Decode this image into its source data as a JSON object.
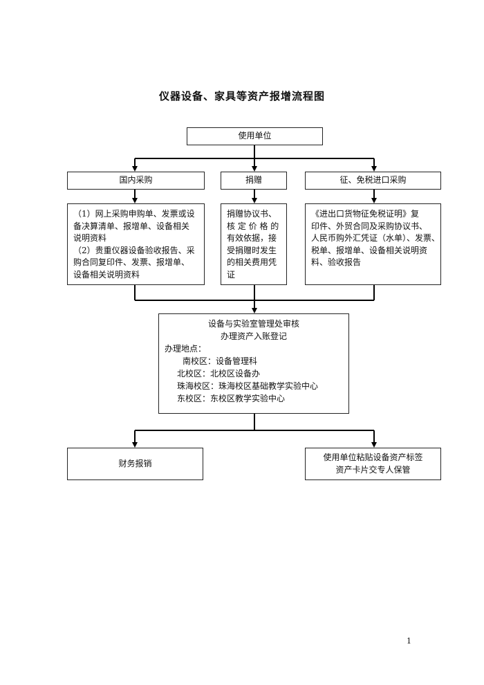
{
  "title": "仪器设备、家具等资产报增流程图",
  "nodes": {
    "unit": "使用单位",
    "domestic": "国内采购",
    "donation": "捐赠",
    "import": "征、免税进口采购",
    "domestic_docs": [
      "（1）网上采购申购单、发票或设",
      "备决算清单、报增单、设备相关",
      "说明资料",
      "（2）贵重仪器设备验收报告、采",
      "购合同复印件、发票、报增单、",
      "设备相关说明资料"
    ],
    "donation_docs": [
      "捐赠协议书、",
      "核 定 价 格 的",
      "有效依据，接",
      "受捐赠时发生",
      "的相关费用凭",
      "证"
    ],
    "import_docs": [
      "《进出口货物征免税证明》复",
      "印件、外贸合同及采购协议书、",
      "人民币购外汇凭证（水单）、发票、",
      "税单、报增单、设备相关说明资",
      "料、验收报告"
    ],
    "review": {
      "line1": "设备与实验室管理处审核",
      "line2": "办理资产入账登记",
      "location_label": "办理地点：",
      "locations": [
        "南校区：设备管理科",
        "北校区：北校区设备办",
        "珠海校区：珠海校区基础教学实验中心",
        "东校区：东校区教学实验中心"
      ]
    },
    "finance": "财务报销",
    "label_card": [
      "使用单位粘贴设备资产标签",
      "资产卡片交专人保管"
    ]
  },
  "page_number": "1"
}
